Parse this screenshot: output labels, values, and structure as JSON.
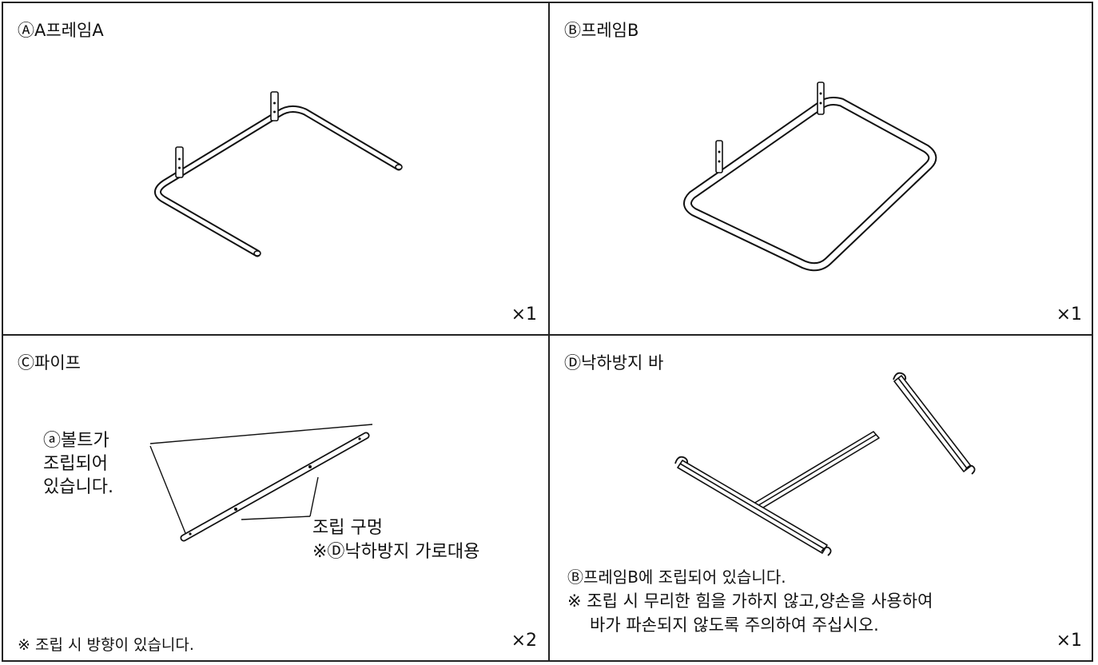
{
  "parts": [
    {
      "title": "ⒶA프레임A",
      "quantity": "×1"
    },
    {
      "title": "Ⓑ프레임B",
      "quantity": "×1"
    },
    {
      "title": "Ⓒ파이프",
      "quantity": "×2"
    },
    {
      "title": "Ⓓ낙하방지 바",
      "quantity": "×1"
    }
  ],
  "pipe_notes": {
    "bolt_line1": "ⓐ볼트가",
    "bolt_line2": "조립되어",
    "bolt_line3": "있습니다.",
    "hole_line1": "조립 구멍",
    "hole_line2": "※Ⓓ낙하방지 가로대용",
    "direction_note": "※ 조립 시 방향이 있습니다."
  },
  "bar_notes": {
    "line1": "Ⓑ프레임B에 조립되어 있습니다.",
    "line2": "※ 조립 시 무리한 힘을 가하지 않고,양손을 사용하여",
    "line3": "바가 파손되지 않도록 주의하여 주십시오."
  }
}
